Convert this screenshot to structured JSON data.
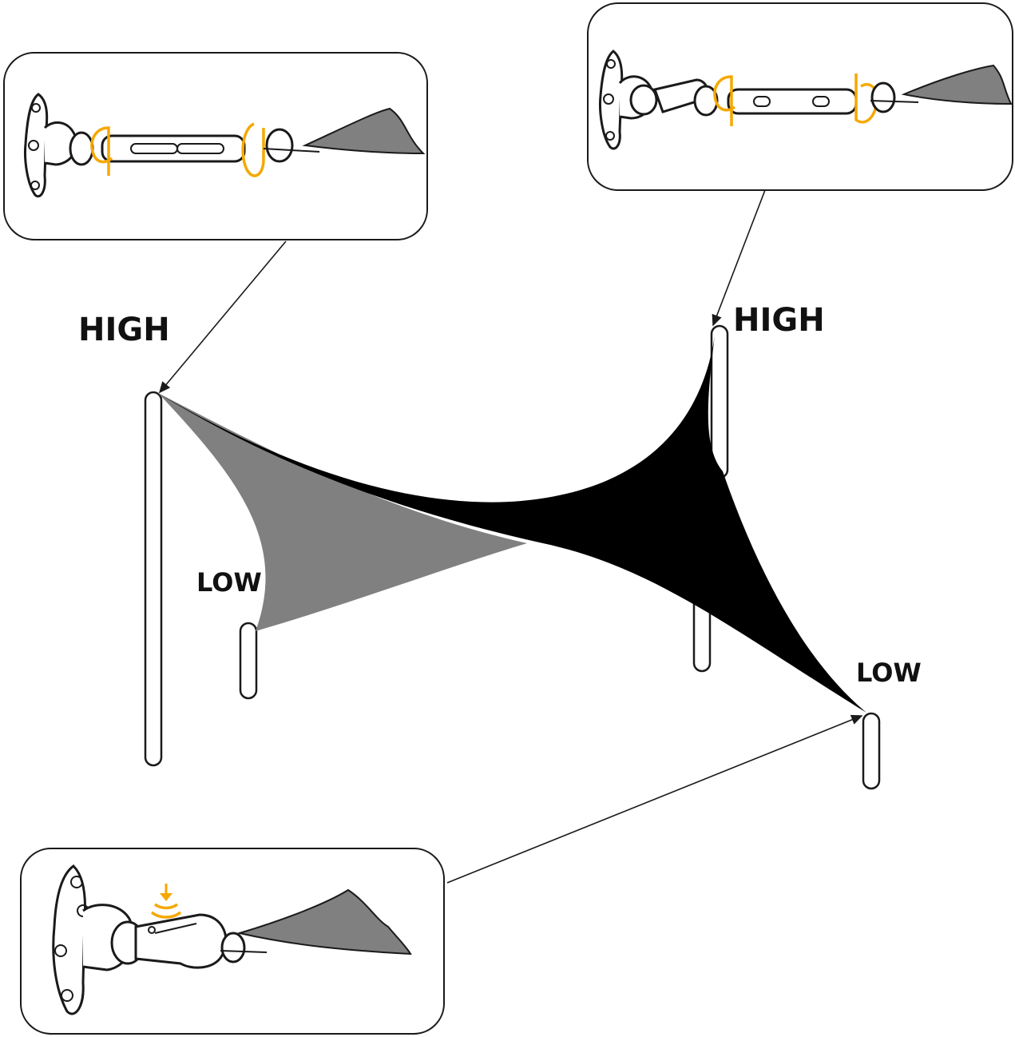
{
  "labels": {
    "high_left": "HIGH",
    "high_right": "HIGH",
    "low_left": "LOW",
    "low_right": "LOW"
  },
  "colors": {
    "sail_dark": "#000000",
    "sail_light": "#808080",
    "accent_orange": "#f5a800",
    "line": "#1a1a1a"
  },
  "insets": [
    {
      "name": "turnbuckle-detail-left",
      "hardware": [
        "pad-eye",
        "turnbuckle",
        "snap-hook",
        "sail-corner"
      ]
    },
    {
      "name": "turnbuckle-detail-right",
      "hardware": [
        "pad-eye",
        "snap-hook",
        "turnbuckle",
        "sail-corner"
      ]
    },
    {
      "name": "snap-hook-detail-bottom",
      "hardware": [
        "pad-eye",
        "snap-hook",
        "sail-corner"
      ]
    }
  ]
}
